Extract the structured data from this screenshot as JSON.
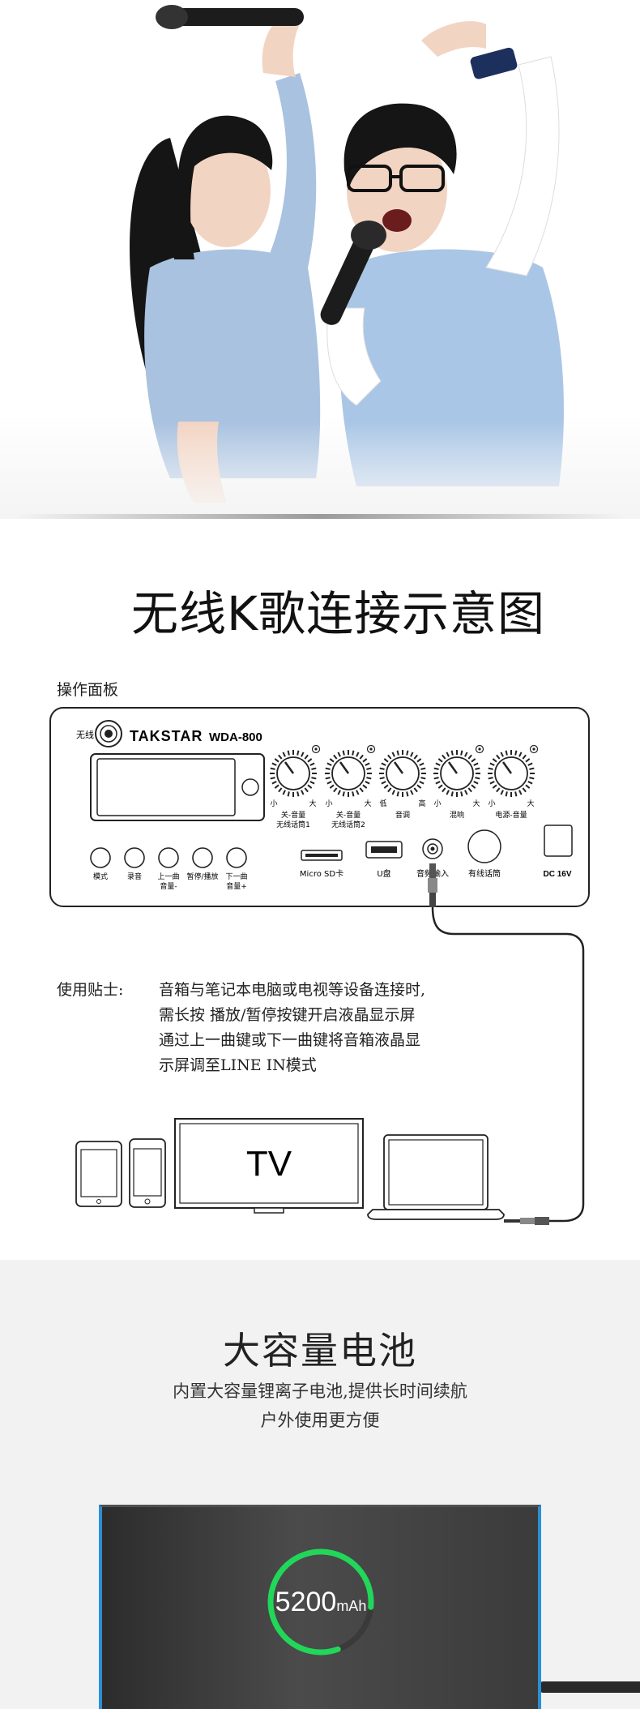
{
  "diagram": {
    "title": "无线K歌连接示意图",
    "panel_caption": "操作面板",
    "panel": {
      "wireless_label": "无线",
      "brand": "TAKSTAR",
      "model": "WDA-800",
      "knobs": [
        {
          "min": "小",
          "max": "大",
          "label1": "关-音量",
          "label2": "无线话筒1"
        },
        {
          "min": "小",
          "max": "大",
          "label1": "关-音量",
          "label2": "无线话筒2"
        },
        {
          "min": "低",
          "max": "高",
          "label1": "音调",
          "label2": ""
        },
        {
          "min": "小",
          "max": "大",
          "label1": "混响",
          "label2": ""
        },
        {
          "min": "小",
          "max": "大",
          "label1": "电源-音量",
          "label2": ""
        }
      ],
      "buttons": [
        {
          "label1": "模式",
          "label2": ""
        },
        {
          "label1": "录音",
          "label2": ""
        },
        {
          "label1": "上一曲",
          "label2": "音量-"
        },
        {
          "label1": "暂停/播放",
          "label2": ""
        },
        {
          "label1": "下一曲",
          "label2": "音量+"
        }
      ],
      "ports": {
        "sd": "Micro SD卡",
        "usb": "U盘",
        "aux": "音频输入",
        "mic": "有线话筒",
        "dc": "DC 16V"
      }
    },
    "tips": {
      "label": "使用贴士:",
      "lines": [
        "音箱与笔记本电脑或电视等设备连接时,",
        "需长按 播放/暂停按键开启液晶显示屏",
        "通过上一曲键或下一曲键将音箱液晶显",
        "示屏调至LINE IN模式"
      ]
    },
    "tv_label": "TV"
  },
  "battery": {
    "title": "大容量电池",
    "desc": [
      "内置大容量锂离子电池,提供长时间续航",
      "户外使用更方便"
    ],
    "capacity": "5200",
    "unit": "mAh",
    "ring_color": "#22d65a",
    "edge_color": "#2a8fd6"
  }
}
